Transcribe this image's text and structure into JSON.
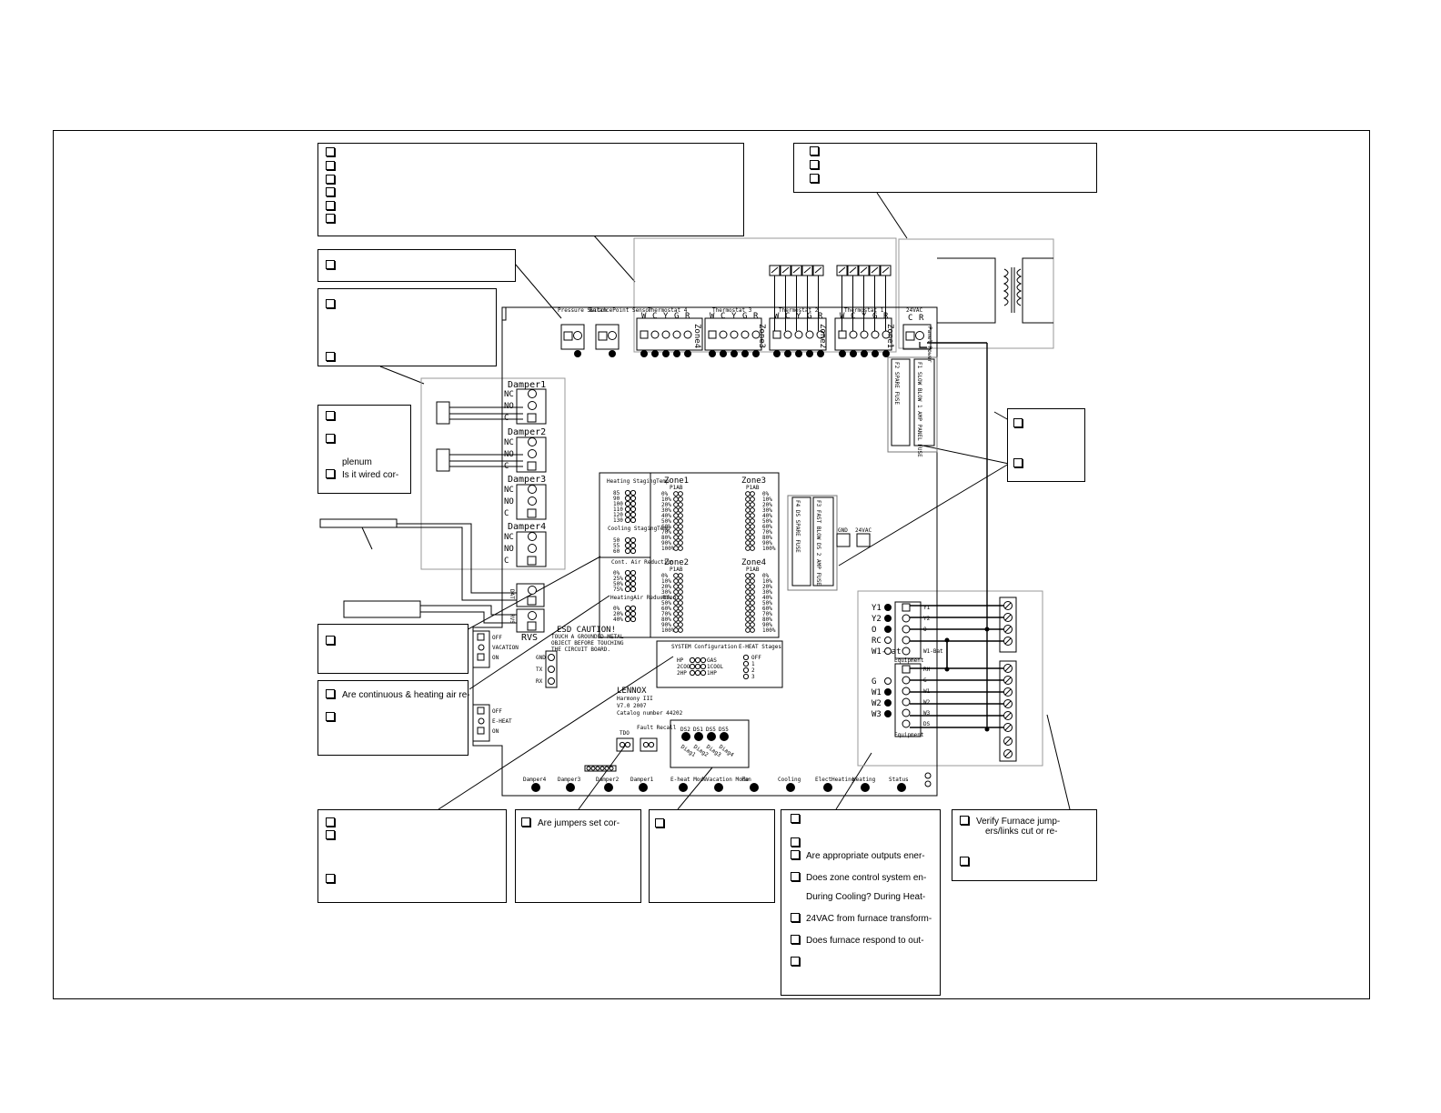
{
  "checklist": {
    "left_4": {
      "plenum": "plenum",
      "wired": "Is it wired cor-"
    },
    "left_6": {
      "continuous": "Are continuous & heating air re-"
    },
    "bottom_2": {
      "jumpers": "Are jumpers set cor-"
    },
    "bottom_4": {
      "outputs": "Are appropriate outputs ener-",
      "zone_control": "Does zone control system en-",
      "during": "During Cooling? During Heat-",
      "vac24": "24VAC from furnace transform-",
      "furnace": "Does furnace respond to out-"
    },
    "bottom_5": {
      "verify_1": "Verify Furnace   jump-",
      "verify_2": "ers/links  cut or re-"
    }
  },
  "board": {
    "manufacturer": "LENNOX",
    "model": "Harmony III",
    "version": "V7.0    2007",
    "catalog": "Catalog number 44202",
    "esd_title": "ESD CAUTION!",
    "esd_lines": [
      "TOUCH A GROUNDED METAL",
      "OBJECT BEFORE TOUCHING",
      "THE CIRCUIT BOARD."
    ],
    "pressure_switch": "Pressure Switch",
    "balancepoint": "BalancePoint Sensor",
    "thermostats": [
      "Thermostat 4",
      "Thermostat 3",
      "Thermostat 2",
      "Thermostat 1"
    ],
    "tstat_terms": [
      "W",
      "C",
      "Y",
      "G",
      "R"
    ],
    "zone_vertical": [
      "Zone4",
      "Zone3",
      "Zone2",
      "Zone1"
    ],
    "vac24": "24VAC",
    "vac24_terms": [
      "C",
      "R"
    ],
    "panel_power": "Panel Power",
    "fuse_f1": "F1  SLOW BLOW 1 AMP PANEL FUSE",
    "fuse_f2": "F2  SPARE FUSE",
    "fuse_f3": "F3  FAST BLOW DS 2 AMP FUSE",
    "fuse_f4": "F4  DS SPARE FUSE",
    "dampers": [
      "Damper1",
      "Damper2",
      "Damper3",
      "Damper4"
    ],
    "damper_terms": [
      "NC",
      "NO",
      "C"
    ],
    "dat": "DAT",
    "rvs_label": "RVS",
    "rvs_jumper": "RVS",
    "vacation_labels": [
      "OFF",
      "VACATION",
      "ON"
    ],
    "eheat_labels": [
      "OFF",
      "E-HEAT",
      "ON"
    ],
    "comm_labels": [
      "GND",
      "TX",
      "RX"
    ],
    "gnd": "GND",
    "vac24c": "24VAC",
    "heating_staging": "Heating StagingTemp",
    "heating_staging_vals": [
      "85",
      "90",
      "100",
      "110",
      "120",
      "130"
    ],
    "cooling_staging": "Cooling StagingTemp",
    "cooling_staging_vals": [
      "50",
      "55",
      "60"
    ],
    "cont_air": "Cont. Air Reduction",
    "cont_air_vals": [
      "0%",
      "25%",
      "50%",
      "75%"
    ],
    "heating_air": "HeatingAir Reduction",
    "heating_air_vals": [
      "0%",
      "20%",
      "40%"
    ],
    "zone1": "Zone1",
    "zone2": "Zone2",
    "zone3": "Zone3",
    "zone4": "Zone4",
    "piab": "P1AB",
    "zone_vals": [
      "0%",
      "10%",
      "20%",
      "30%",
      "40%",
      "50%",
      "60%",
      "70%",
      "80%",
      "90%",
      "100%"
    ],
    "system_config": "SYSTEM Configuration",
    "system_rows": [
      [
        "HP",
        "GAS"
      ],
      [
        "2COOL",
        "1COOL"
      ],
      [
        "2HP",
        "1HP"
      ]
    ],
    "eheat_stages": "E-HEAT Stages",
    "eheat_vals": [
      "OFF",
      "1",
      "2",
      "3"
    ],
    "tdo": "TDO",
    "fault_recall": "Fault Recall",
    "diag_heads": [
      "DS2",
      "DS1",
      "DS5",
      "DS5"
    ],
    "diag_labels": [
      "Diag1",
      "Diag2",
      "Diag3",
      "Diag4"
    ],
    "bottom_leds": [
      "Damper4",
      "Damper3",
      "Damper2",
      "Damper1",
      "E-heat Mode",
      "Vacation Mode",
      "Fan",
      "Cooling",
      "ElectHeating",
      "Heating",
      "Status"
    ],
    "equip_left_1": [
      "Y1",
      "Y2",
      "O",
      "RC",
      "W1-Bat"
    ],
    "equip_right_1": [
      "Y1",
      "Y2",
      "O",
      "",
      "W1-Bat"
    ],
    "equip_left_2": [
      "G",
      "W1",
      "W2",
      "W3"
    ],
    "equip_right_2": [
      "RH",
      "G",
      "W1",
      "W2",
      "W3",
      "DS"
    ],
    "equipment": "Equipment"
  }
}
